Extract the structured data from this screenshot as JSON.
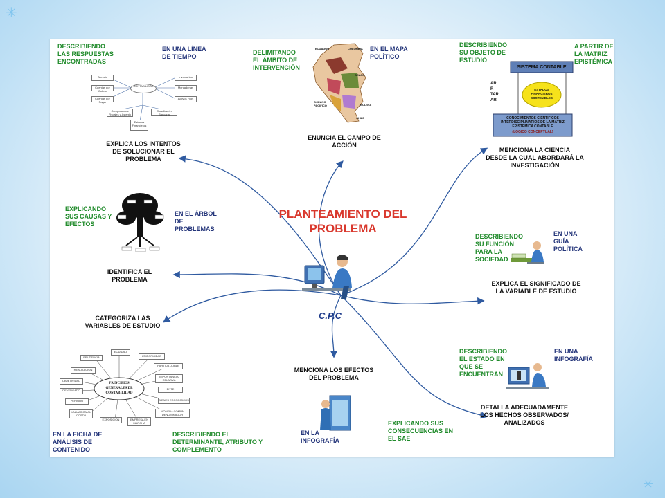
{
  "title": "PLANTEAMIENTO DEL\nPROBLEMA",
  "center_label": "C.P.C",
  "branches": {
    "intentos": {
      "action": "EXPLICA LOS INTENTOS\nDE SOLUCIONAR EL\nPROBLEMA",
      "how": "DESCRIBIENDO\nLAS RESPUESTAS\nENCONTRADAS",
      "tool": "EN UNA LÍNEA\nDE TIEMPO"
    },
    "campo": {
      "action": "ENUNCIA EL CAMPO DE\nACCIÓN",
      "how": "DELIMITANDO\nEL ÁMBITO DE\nINTERVENCIÓN",
      "tool": "EN EL MAPA\nPOLÍTICO"
    },
    "ciencia": {
      "action": "MENCIONA LA CIENCIA\nDESDE LA CUAL ABORDARÁ LA\nINVESTIGACIÓN",
      "how": "DESCRIBIENDO\nSU OBJETO DE\nESTUDIO",
      "tool": "A PARTIR DE\nLA MATRIZ\nEPISTÉMICA"
    },
    "identifica": {
      "action": "IDENTIFICA EL\nPROBLEMA",
      "how": "EXPLICANDO\nSUS CAUSAS Y\nEFECTOS",
      "tool": "EN EL ÁRBOL\nDE\nPROBLEMAS"
    },
    "significado": {
      "action": "EXPLICA EL SIGNIFICADO DE\nLA VARIABLE DE ESTUDIO",
      "how": "DESCRIBIENDO\nSU FUNCIÓN\nPARA LA\nSOCIEDAD",
      "tool": "EN UNA\nGUÍA\nPOLÍTICA"
    },
    "categoriza": {
      "action": "CATEGORIZA LAS\nVARIABLES DE ESTUDIO",
      "how": "DESCRIBIENDO EL\nDETERMINANTE, ATRIBUTO Y\nCOMPLEMENTO",
      "tool": "EN LA FICHA DE\nANÁLISIS DE\nCONTENIDO"
    },
    "efectos": {
      "action": "MENCIONA LOS EFECTOS\nDEL PROBLEMA",
      "how": "EXPLICANDO SUS\nCONSECUENCIAS EN\nEL SAE",
      "tool": "EN LA\nINFOGRAFÍA"
    },
    "hechos": {
      "action": "DETALLA ADECUADAMENTE\nLOS HECHOS OBSERVADOS/\nANALIZADOS",
      "how": "DESCRIBIENDO\nEL ESTADO EN\nQUE SE\nENCUENTRAN",
      "tool": "EN UNA\nINFOGRAFÍA"
    }
  },
  "map_labels": {
    "ecuador": "ECUADOR",
    "colombia": "COLOMBIA",
    "brasil": "BRASIL",
    "oceano": "OCEANO\nPACIFICO",
    "bolivia": "BOLIVIA",
    "chile": "CHILE"
  },
  "matrix": {
    "top": "SISTEMA CONTABLE",
    "circle": "ESTADOS\nFINANCIEROS\nSOSTENIBLES",
    "bottom": "CONOCIMIENTOS CIENTÍFICOS\nINTERDISCIPLINARIOS DE LA MATRIZ\nEPISTÉMICA CONTABLE",
    "bottom_sub": "(LOGICO CONCEPTUAL)",
    "side": "AR\nR\nTAR\nAR"
  },
  "timeline_boxes": [
    "Tamaño",
    "Cuentas por Cobrar",
    "Cuentas por Pagar",
    "CONTABILIDAD",
    "Inventarios",
    "Mercaderías",
    "Activos Fijos",
    "Componentes Fiscales y Asiento",
    "Conciliación Bancaria",
    "Estados Financieros"
  ],
  "principles": {
    "center": "PRINCIPIOS\nGENERALES DE\nCONTABILIDAD",
    "items": [
      "EQUIDAD",
      "PRUDENCIA",
      "UNIFORMIDAD",
      "REALIZACION",
      "PARTIDA DOBLE",
      "OBJETIVIDAD",
      "IMPORTANCIA RELATIVA",
      "DEVENGADO",
      "ENTE",
      "PERIODO",
      "BIENES ECONOMICOS",
      "VALUACION AL COSTO",
      "MONEDA COMUN DENOMINADOR",
      "EXPOSICION",
      "EMPRESA EN MARCHA"
    ]
  },
  "colors": {
    "arrow": "#2f5aa0",
    "title": "#d9382d",
    "green": "#1f8a2a",
    "blue": "#24357a"
  }
}
